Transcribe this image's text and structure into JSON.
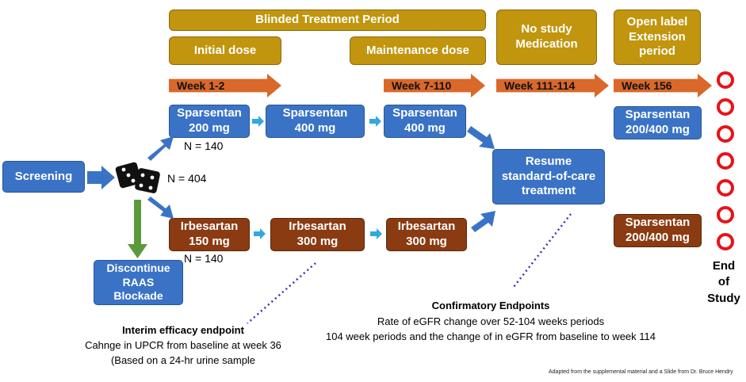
{
  "header": {
    "blinded": "Blinded Treatment Period",
    "initial": "Initial dose",
    "maintenance": "Maintenance dose",
    "no_study_1": "No study",
    "no_study_2": "Medication",
    "open_label_1": "Open label",
    "open_label_2": "Extension",
    "open_label_3": "period"
  },
  "weeks": {
    "w1": "Week 1-2",
    "w2": "Week 7-110",
    "w3": "Week 111-114",
    "w4": "Week 156"
  },
  "screening": "Screening",
  "n_total": "N = 404",
  "sparsentan": {
    "b1_name": "Sparsentan",
    "b1_dose": "200 mg",
    "b2_name": "Sparsentan",
    "b2_dose": "400 mg",
    "b3_name": "Sparsentan",
    "b3_dose": "400 mg",
    "n": "N = 140"
  },
  "irbesartan": {
    "b1_name": "Irbesartan",
    "b1_dose": "150 mg",
    "b2_name": "Irbesartan",
    "b2_dose": "300 mg",
    "b3_name": "Irbesartan",
    "b3_dose": "300 mg",
    "n": "N = 140"
  },
  "resume": {
    "l1": "Resume",
    "l2": "standard-of-care",
    "l3": "treatment"
  },
  "ext_top": {
    "name": "Sparsentan",
    "dose": "200/400 mg"
  },
  "ext_bottom": {
    "name": "Sparsentan",
    "dose": "200/400 mg"
  },
  "discontinue": {
    "l1": "Discontinue",
    "l2": "RAAS",
    "l3": "Blockade"
  },
  "end_of_study": {
    "l1": "End",
    "l2": "of",
    "l3": "Study"
  },
  "interim": {
    "title": "Interim efficacy endpoint",
    "line1": "Cahnge in UPCR from baseline at week 36",
    "line2": "(Based on a 24-hr urine sample"
  },
  "confirmatory": {
    "title": "Confirmatory Endpoints",
    "line1": "Rate of eGFR change over 52-104 weeks periods",
    "line2": "104 week periods and the change of in eGFR from baseline to week 114"
  },
  "footnote": "Adapted from the supplemental material and a Slide from Dr. Bruce Hendry",
  "colors": {
    "gold": "#c1950e",
    "blue": "#3a73c6",
    "brown": "#8a3b12",
    "orange": "#d9682a",
    "green": "#5b9a3c",
    "red": "#e8121a"
  }
}
